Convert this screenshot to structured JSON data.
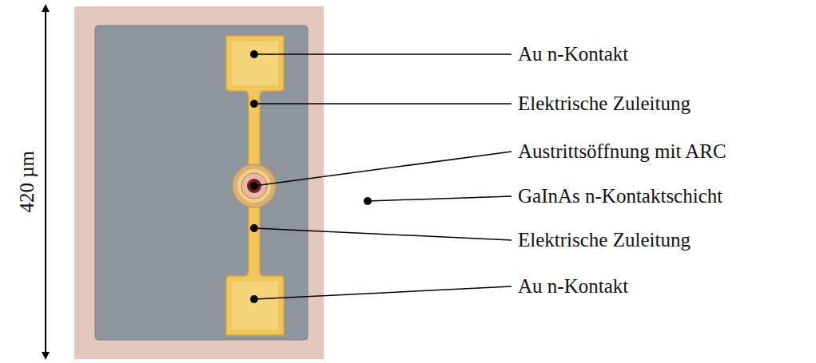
{
  "diagram": {
    "labels": [
      "420 µm",
      "Au n-Kontakt",
      "Elektrische Zuleitung",
      "Austrittsöffnung mit ARC",
      "GaInAs n-Kontaktschicht",
      "Elektrische Zuleitung",
      "Au n-Kontakt"
    ]
  }
}
